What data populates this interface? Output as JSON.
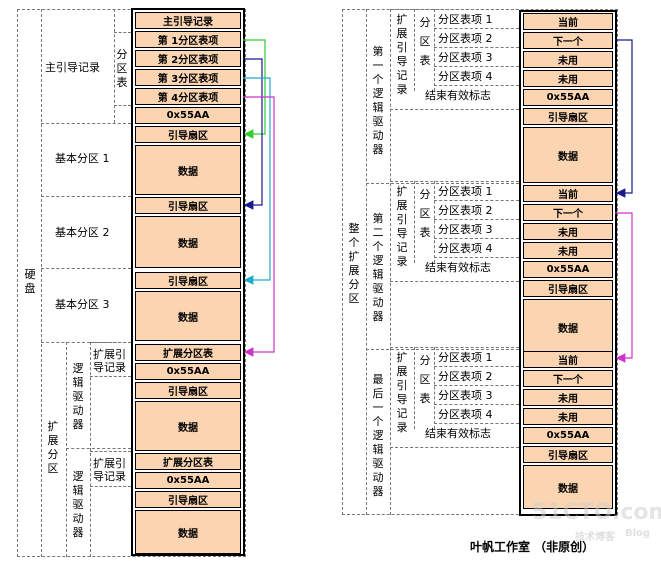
{
  "left": {
    "hard_disk": "硬盘",
    "mbr_group": "主引导记录",
    "partition_table": "分区表",
    "mbr_cells": {
      "main_record": "主引导记录",
      "part1": "第 1分区表项",
      "part2": "第 2分区表项",
      "part3": "第 3分区表项",
      "part4": "第 4分区表项",
      "signature": "0x55AA"
    },
    "basic_partitions": [
      "基本分区 1",
      "基本分区 2",
      "基本分区 3"
    ],
    "boot_sector": "引导扇区",
    "data": "数据",
    "extended_partition": "扩展分区",
    "logical_drive": "逻辑驱动器",
    "ebr": "扩展引导记录",
    "ext_table": "扩展分区表",
    "signature": "0x55AA"
  },
  "right": {
    "whole_extended": "整个扩展分区",
    "drives": [
      "第一个逻辑驱动器",
      "第二个逻辑驱动器",
      "最后一个逻辑驱动器"
    ],
    "ebr": "扩展引导记录",
    "partition_table": "分区表",
    "entries": [
      "分区表项 1",
      "分区表项 2",
      "分区表项 3",
      "分区表项 4"
    ],
    "end_flag": "结束有效标志",
    "cells": {
      "current": "当前",
      "next": "下一个",
      "unused": "未用",
      "signature": "0x55AA",
      "boot_sector": "引导扇区",
      "data": "数据"
    }
  },
  "credit": "叶帆工作室 （非原创）",
  "watermark": {
    "site": "51CTO.com",
    "sub": "技术博客",
    "blog": "Blog"
  },
  "colors": {
    "cell_fill": "#fbd5b2",
    "arrow_green": "#33cc33",
    "arrow_navy": "#1a1a8c",
    "arrow_cyan": "#22aacc",
    "arrow_magenta": "#cc33cc"
  }
}
